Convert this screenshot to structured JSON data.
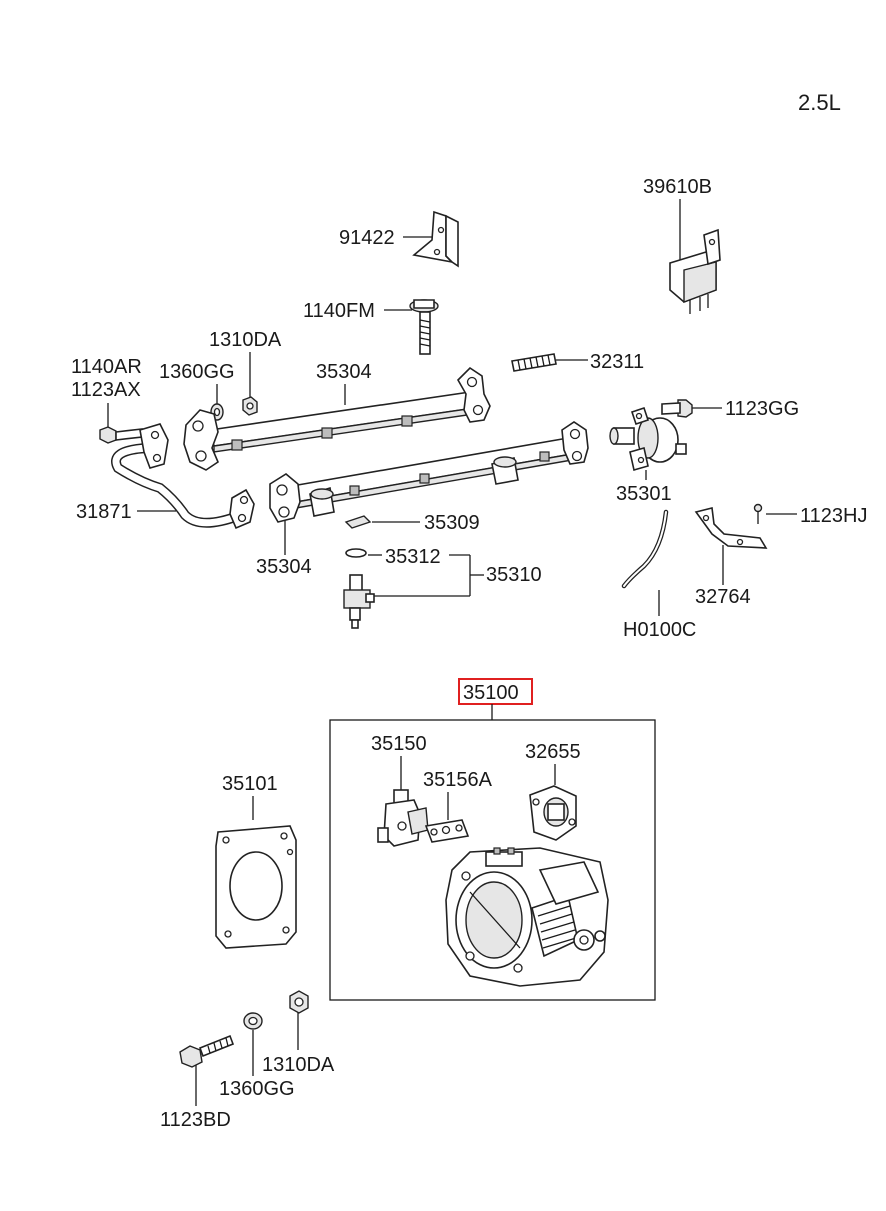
{
  "engine": "2.5L",
  "highlight_color": "#e02020",
  "labels": {
    "p39610B": "39610B",
    "p91422": "91422",
    "p1140FM": "1140FM",
    "p1310DA_top": "1310DA",
    "p1360GG_top": "1360GG",
    "p35304_top": "35304",
    "p32311": "32311",
    "p1140AR": "1140AR",
    "p1123AX": "1123AX",
    "p1123GG": "1123GG",
    "p31871": "31871",
    "p35301": "35301",
    "p35309": "35309",
    "p1123HJ": "1123HJ",
    "p35312": "35312",
    "p35310": "35310",
    "p35304_bottom": "35304",
    "p32764": "32764",
    "pH0100C": "H0100C",
    "p35100": "35100",
    "p35150": "35150",
    "p32655": "32655",
    "p35101": "35101",
    "p35156A": "35156A",
    "p1310DA_bottom": "1310DA",
    "p1360GG_bottom": "1360GG",
    "p1123BD": "1123BD"
  }
}
